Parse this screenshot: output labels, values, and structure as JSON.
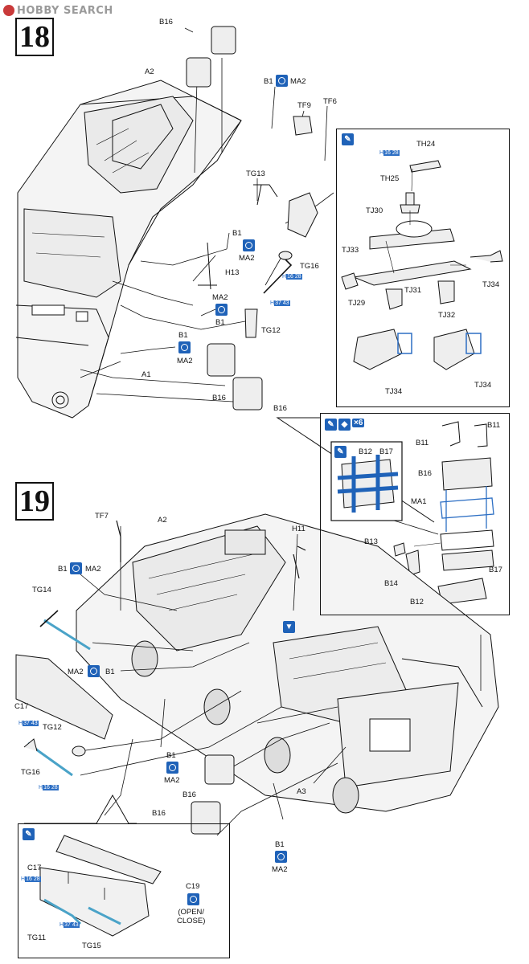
{
  "watermark": {
    "text": "HOBBY SEARCH"
  },
  "steps": [
    {
      "number": "18"
    },
    {
      "number": "19"
    }
  ],
  "labels18": {
    "B16a": "B16",
    "A2": "A2",
    "B1a": "B1",
    "MA2a": "MA2",
    "TF9": "TF9",
    "TF6": "TF6",
    "TG13": "TG13",
    "B1b": "B1",
    "MA2b": "MA2",
    "H13": "H13",
    "TG16": "TG16",
    "MA2c": "MA2",
    "B1c": "B1",
    "TG12": "TG12",
    "B1d": "B1",
    "MA2d": "MA2",
    "A1": "A1",
    "B16b": "B16",
    "B16c": "B16"
  },
  "refs18": {
    "r1_a": "H",
    "r1_b": "16",
    "r1_c": "28",
    "r2_a": "H",
    "r2_b": "37",
    "r2_c": "43"
  },
  "inset18": {
    "TH24": "TH24",
    "TH25": "TH25",
    "TJ30": "TJ30",
    "TJ33": "TJ33",
    "TJ29": "TJ29",
    "TJ31": "TJ31",
    "TJ32": "TJ32",
    "TJ34a": "TJ34",
    "TJ34b": "TJ34",
    "TJ34c": "TJ34",
    "ref_a": "H",
    "ref_b": "16",
    "ref_c": "28"
  },
  "inset19r": {
    "x6": "×6",
    "B11a": "B11",
    "B11b": "B11",
    "B16": "B16",
    "MA1": "MA1",
    "B13": "B13",
    "B14": "B14",
    "B17": "B17",
    "B12": "B12",
    "sub_B12": "B12",
    "sub_B17": "B17"
  },
  "labels19": {
    "TF7": "TF7",
    "A2": "A2",
    "H11": "H11",
    "B1a": "B1",
    "MA2a": "MA2",
    "TG14": "TG14",
    "MA2b": "MA2",
    "B1b": "B1",
    "C17": "C17",
    "TG12": "TG12",
    "TG16": "TG16",
    "B1c": "B1",
    "MA2c": "MA2",
    "B16a": "B16",
    "B16b": "B16",
    "A3": "A3",
    "B1d": "B1",
    "MA2d": "MA2"
  },
  "refs19": {
    "r1_a": "H",
    "r1_b": "37",
    "r1_c": "43",
    "r2_a": "H",
    "r2_b": "16",
    "r2_c": "28"
  },
  "inset19b": {
    "C17": "C17",
    "C19": "C19",
    "note": "(OPEN/\nCLOSE)",
    "TG11": "TG11",
    "TG15": "TG15",
    "ref1_a": "H",
    "ref1_b": "16",
    "ref1_c": "28",
    "ref2_a": "H",
    "ref2_b": "37",
    "ref2_c": "43"
  },
  "icons": {
    "glue": "glue-icon",
    "paint": "paint-icon",
    "cement": "cement-icon"
  },
  "colors": {
    "accent": "#1f62b8",
    "ref": "#2d6fc4",
    "line": "#111111"
  }
}
